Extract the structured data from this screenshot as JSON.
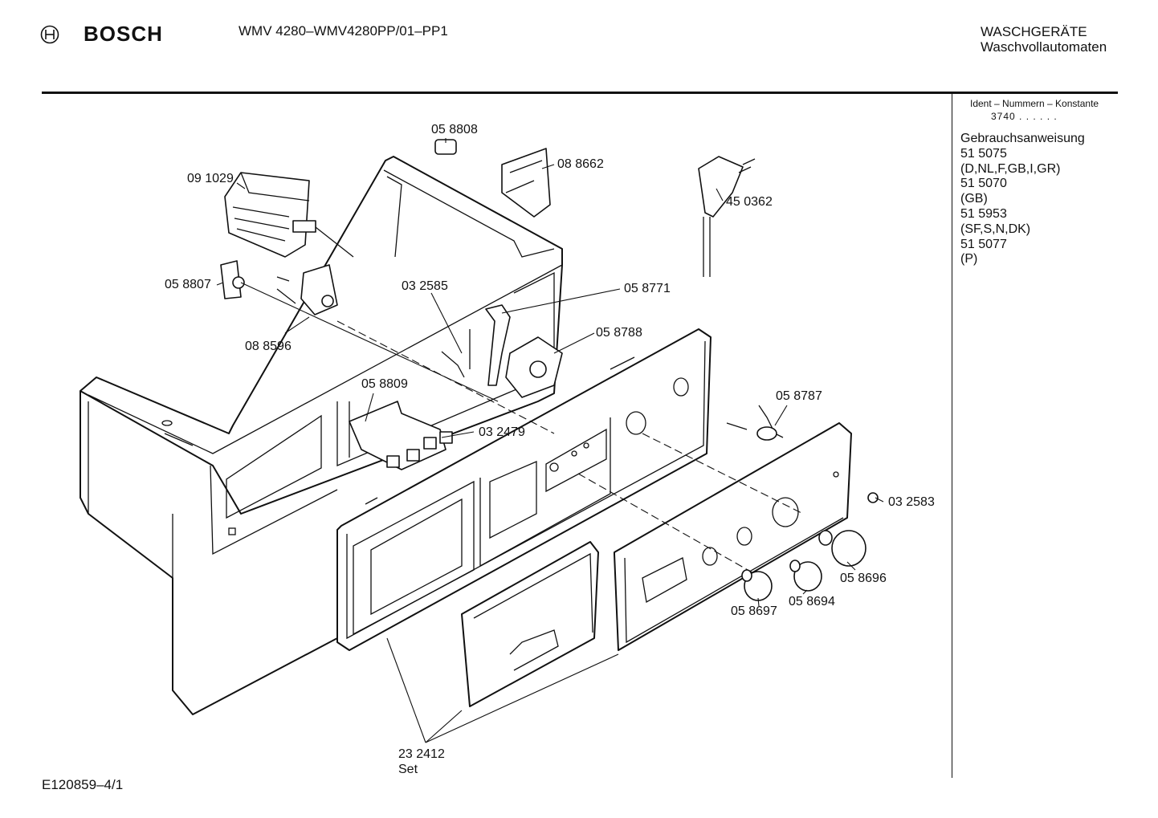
{
  "header": {
    "brand": "BOSCH",
    "model": "WMV 4280–WMV4280PP/01–PP1",
    "category_line1": "WASCHGERÄTE",
    "category_line2": "Waschvollautomaten"
  },
  "sidebar": {
    "heading": "Ident – Nummern – Konstante",
    "code": "3740 . .  . . . .",
    "items": [
      "Gebrauchsanweisung",
      "51 5075",
      "(D,NL,F,GB,I,GR)",
      "51 5070",
      "(GB)",
      "51 5953",
      "(SF,S,N,DK)",
      "51 5077",
      "(P)"
    ]
  },
  "parts": {
    "p058808": "05 8808",
    "p091029": "09 1029",
    "p088662": "08 8662",
    "p450362": "45 0362",
    "p058807": "05 8807",
    "p032585": "03 2585",
    "p058771": "05 8771",
    "p058788": "05 8788",
    "p088596": "08 8596",
    "p058809": "05 8809",
    "p032479": "03 2479",
    "p058787": "05 8787",
    "p032583": "03 2583",
    "p058696": "05 8696",
    "p058697": "05 8697",
    "p058694": "05 8694",
    "p232412": "23 2412",
    "p232412_sub": "Set"
  },
  "footer": {
    "drawing_id": "E120859–4/1"
  }
}
